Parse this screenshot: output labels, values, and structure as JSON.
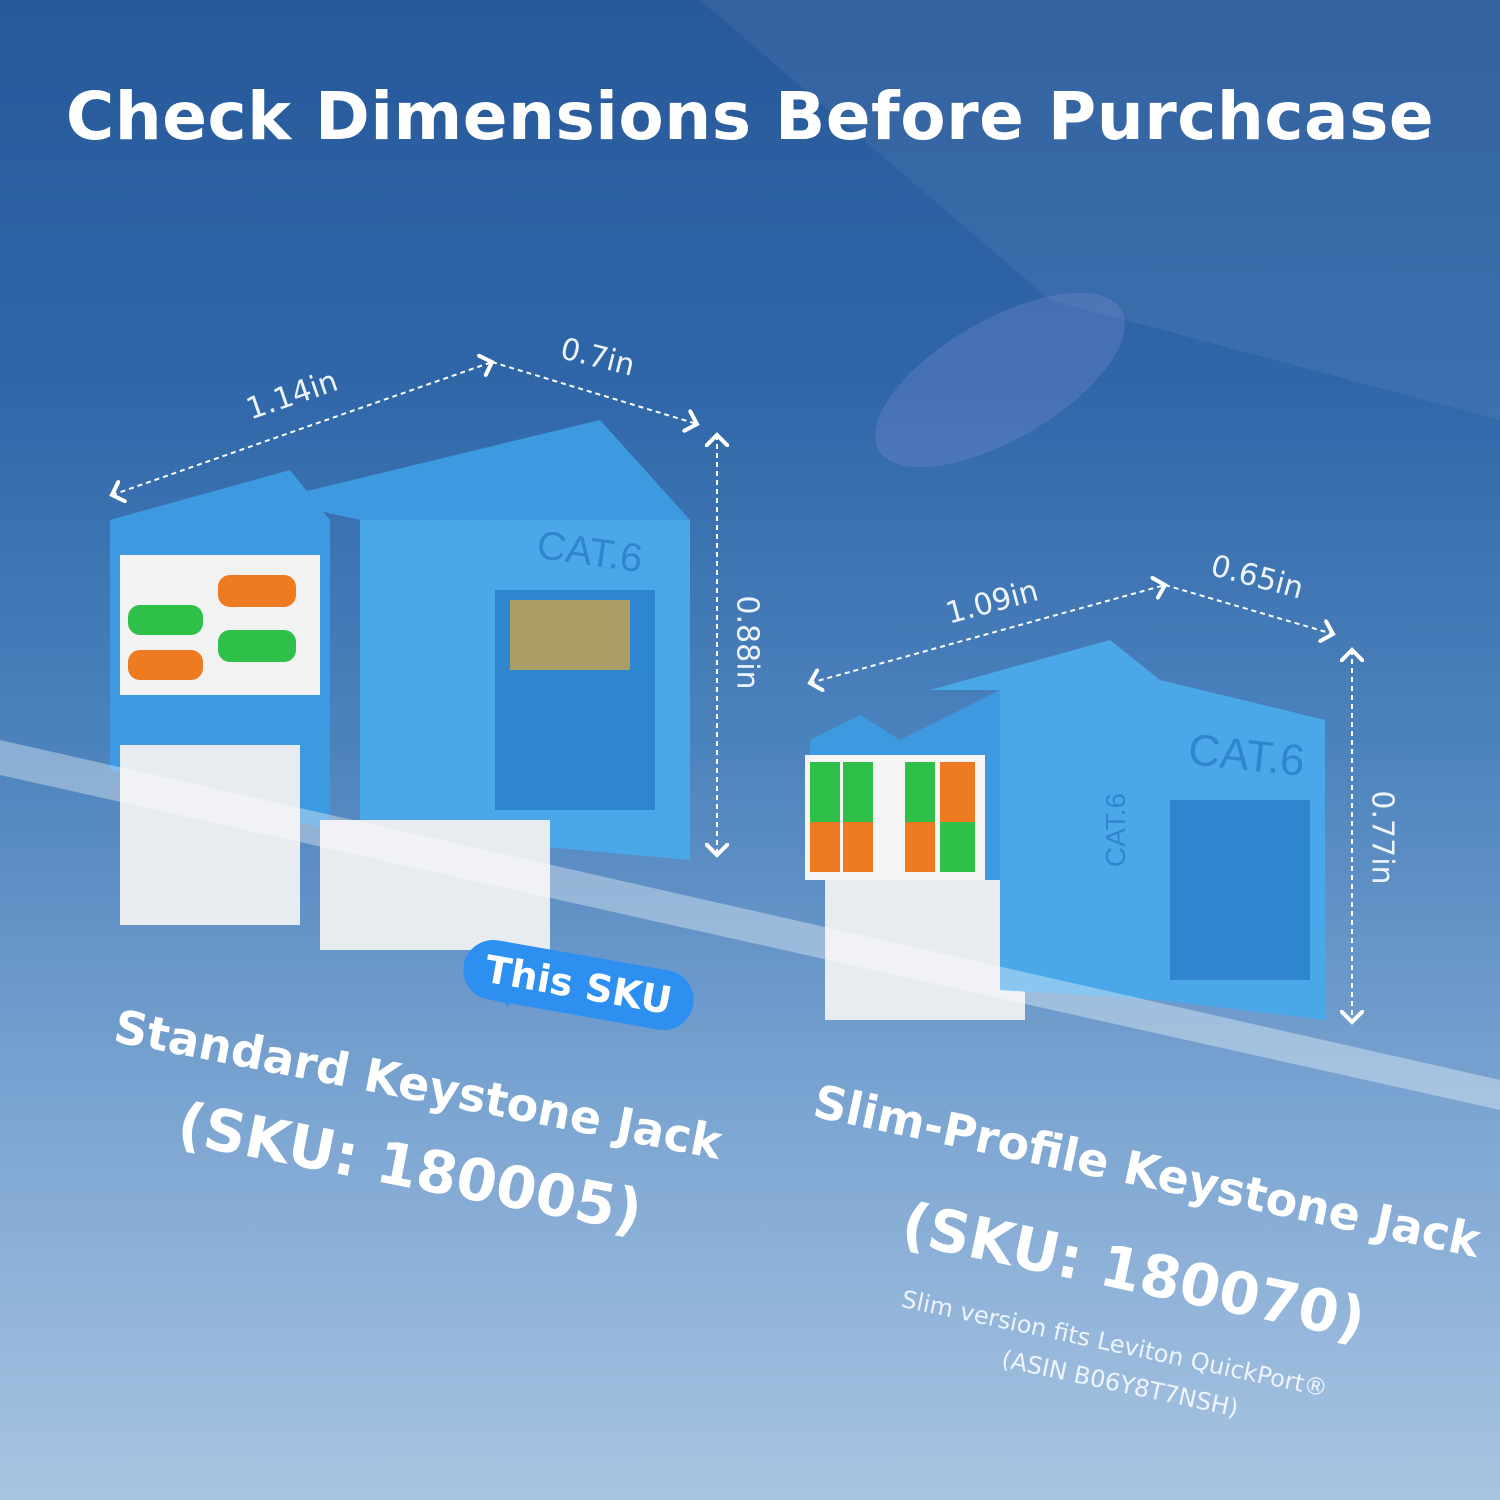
{
  "title": "Check Dimensions Before Purchcase",
  "standard": {
    "length": "1.14in",
    "width": "0.7in",
    "height": "0.88in",
    "name": "Standard Keystone Jack",
    "sku": "(SKU: 180005)",
    "badge": "This SKU",
    "label": "CAT.6"
  },
  "slim": {
    "length": "1.09in",
    "width": "0.65in",
    "height": "0.77in",
    "name": "Slim-Profile Keystone Jack",
    "sku": "(SKU: 180070)",
    "note1": "Slim version fits Leviton QuickPort®",
    "note2": "(ASIN B06Y8T7NSH)",
    "label": "CAT.6",
    "side_label": "CAT.6"
  },
  "colors": {
    "jack": "#4ba8e8",
    "jack_dark": "#2f86cf",
    "green": "#2fc04a",
    "orange": "#ee7a22"
  }
}
